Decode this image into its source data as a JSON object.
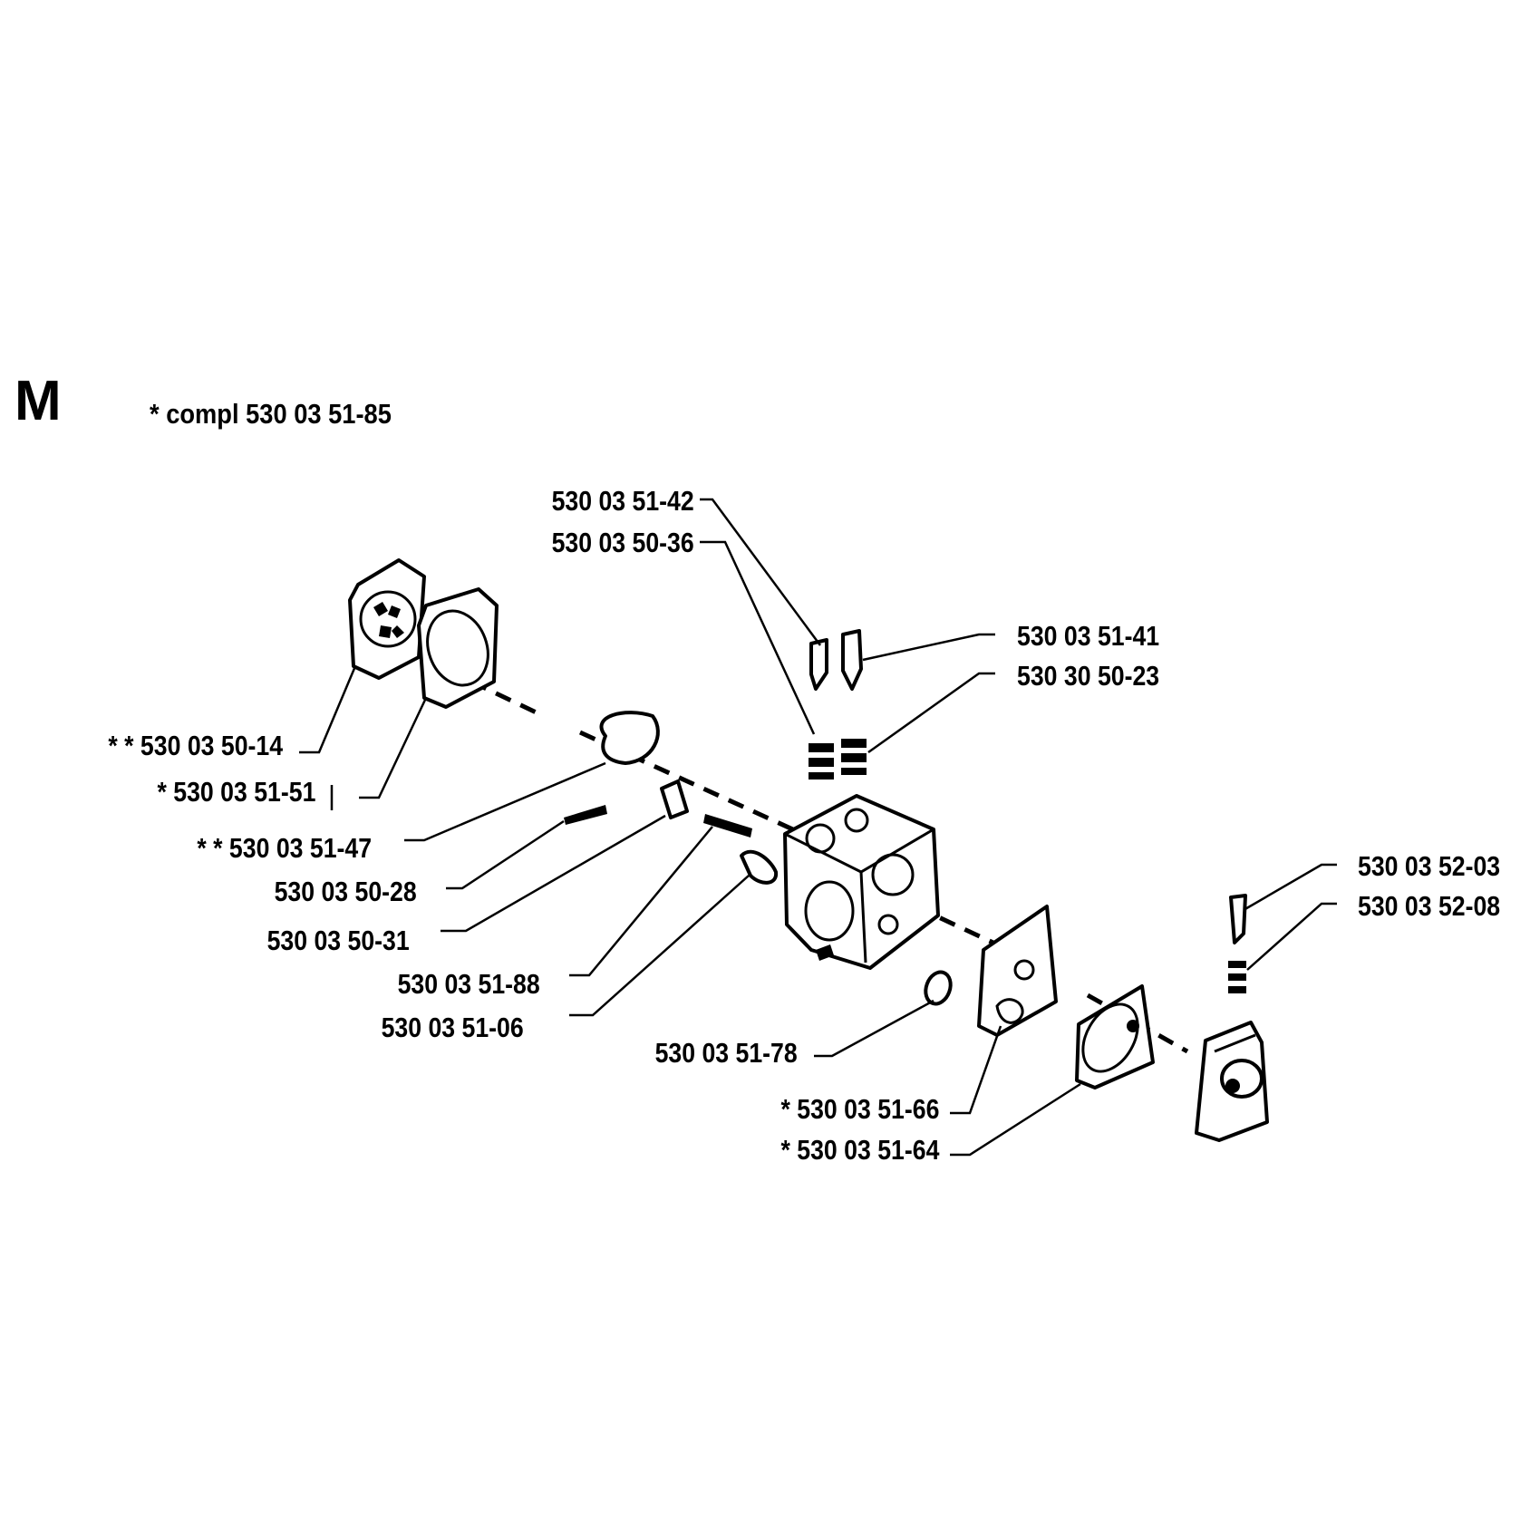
{
  "header": {
    "section_letter": "M",
    "compl_note": "*  compl 530 03 51-85"
  },
  "labels": {
    "p514142": "530 03 51-42",
    "p505036": "530 03 50-36",
    "p515141": "530 03 51-41",
    "p305023": "530 30 50-23",
    "p505014": "* *  530 03 50-14",
    "p515151": "*  530 03 51-51",
    "p515147": "* *  530 03 51-47",
    "p505028": "530 03 50-28",
    "p505031": "530 03 50-31",
    "p515188": "530 03 51-88",
    "p515106": "530 03 51-06",
    "p515178": "530 03 51-78",
    "p515166": "*  530 03 51-66",
    "p515164": "*  530 03 51-64",
    "p525203": "530 03 52-03",
    "p525208": "530 03 52-08"
  }
}
